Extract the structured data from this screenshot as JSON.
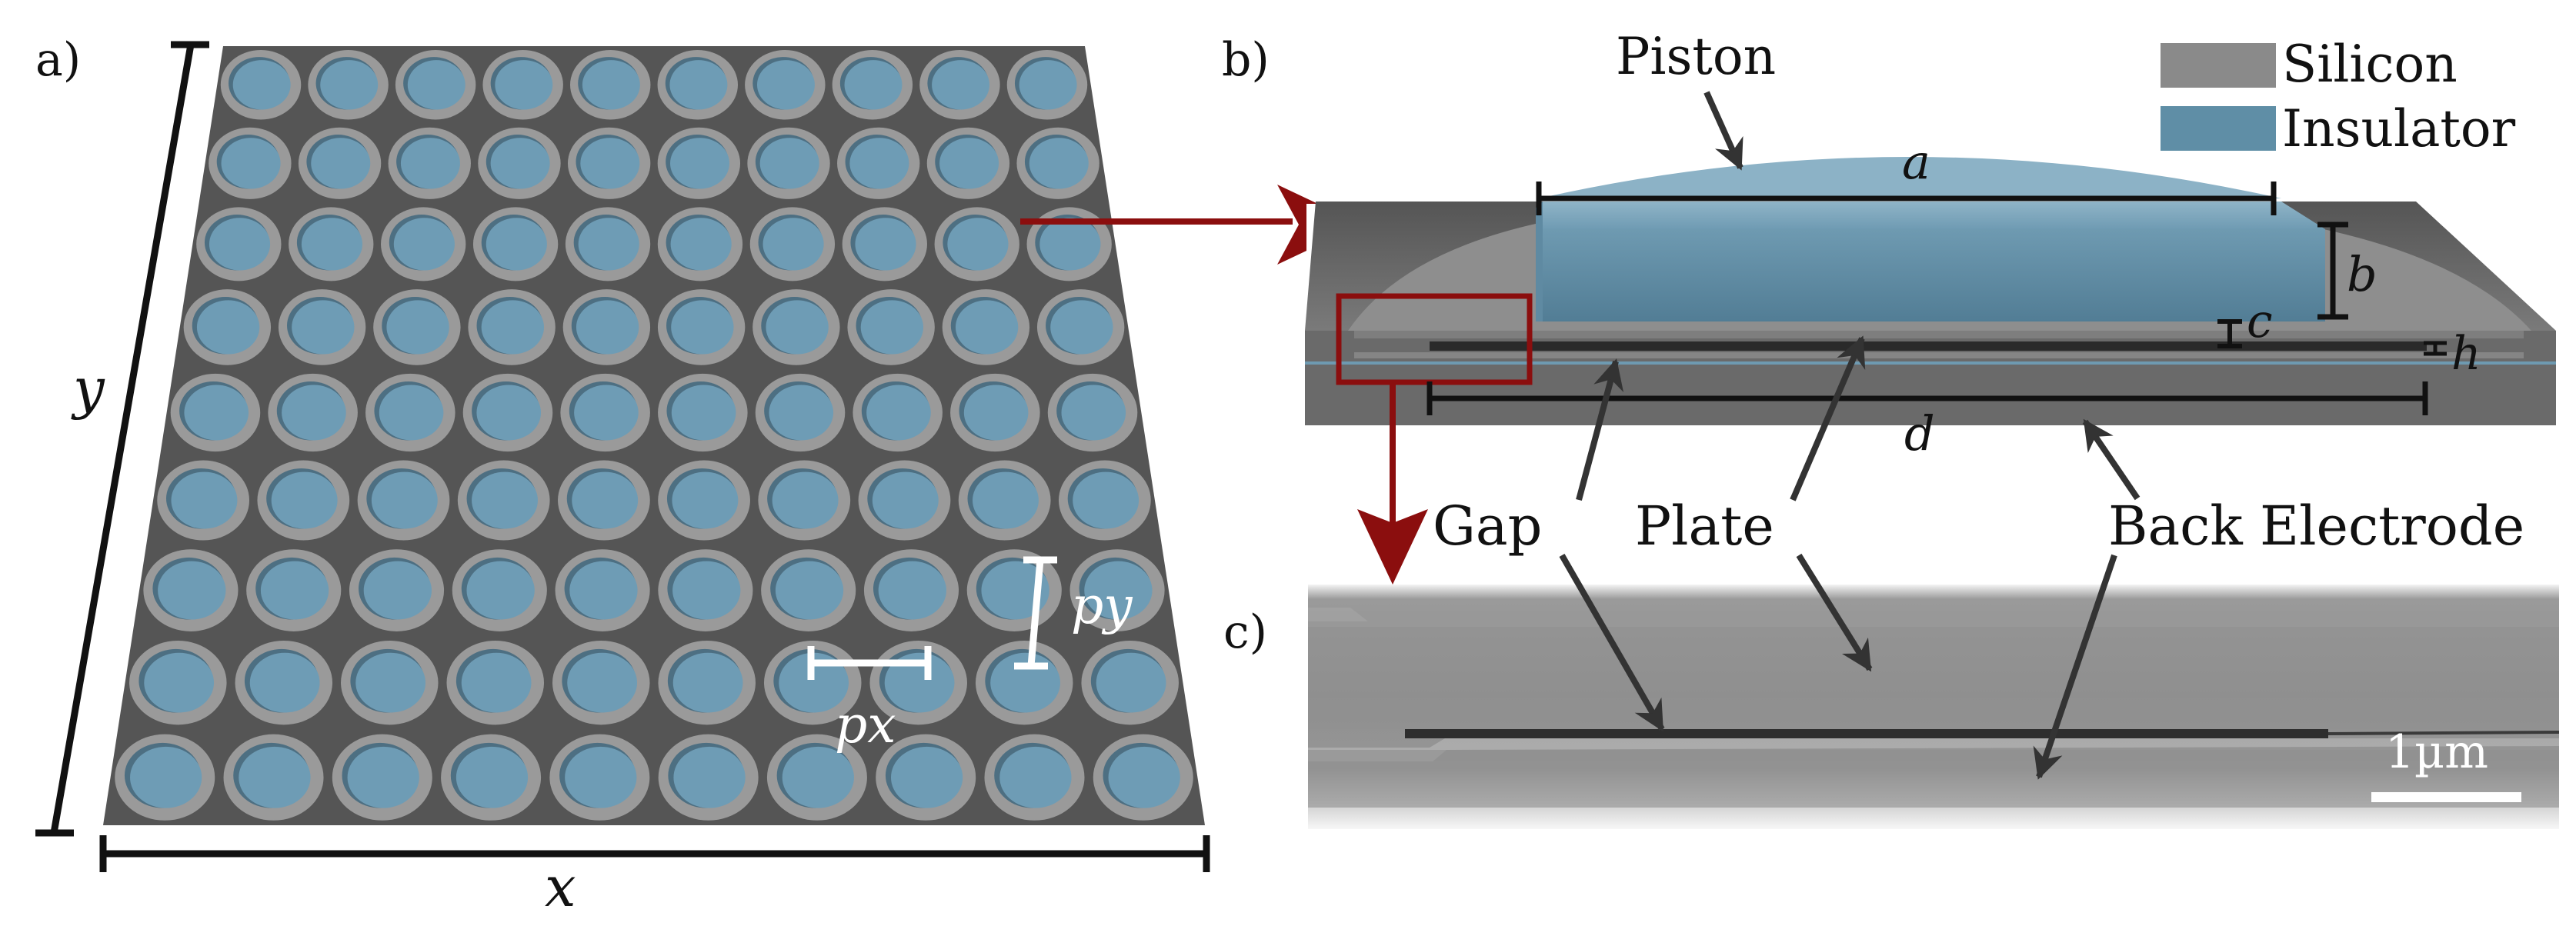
{
  "panels": {
    "a": {
      "label": "a)",
      "x_label": "x",
      "y_label": "y",
      "px_label": "px",
      "py_label": "py",
      "grid": {
        "rows": 9,
        "cols": 10
      }
    },
    "b": {
      "label": "b)",
      "piston_label": "Piston",
      "legend": [
        {
          "name": "Silicon",
          "color": "#8a8a8a"
        },
        {
          "name": "Insulator",
          "color": "#5f8ea6"
        }
      ],
      "dims": {
        "a": "a",
        "b": "b",
        "c": "c",
        "d": "d",
        "h": "h"
      }
    },
    "c": {
      "label": "c)",
      "scale_bar": "1µm"
    }
  },
  "callouts": {
    "gap": "Gap",
    "plate": "Plate",
    "back_electrode": "Back Electrode"
  },
  "colors": {
    "silicon_dark": "#5a5a5a",
    "silicon_light": "#9a9a9a",
    "insulator": "#6b98b2",
    "arrow_red": "#8b0e0e",
    "sem_gray": "#8c8c8c"
  }
}
